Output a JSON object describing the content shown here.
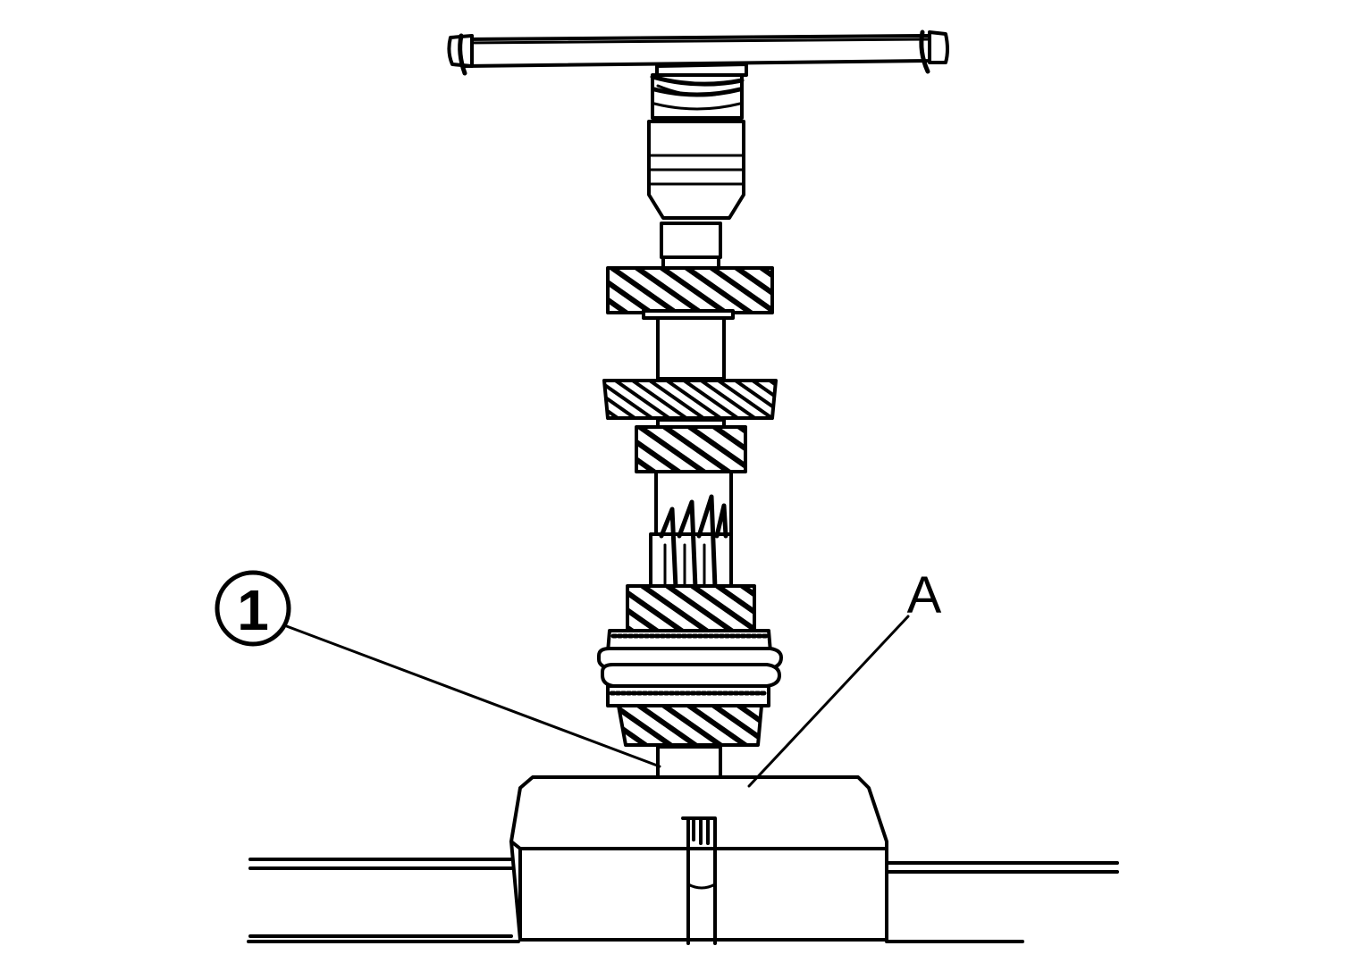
{
  "diagram": {
    "callouts": [
      {
        "id": "callout-1",
        "text": "1",
        "circled": true
      },
      {
        "id": "callout-A",
        "text": "A",
        "circled": false
      }
    ],
    "colors": {
      "line": "#000000",
      "background": "#ffffff"
    }
  }
}
